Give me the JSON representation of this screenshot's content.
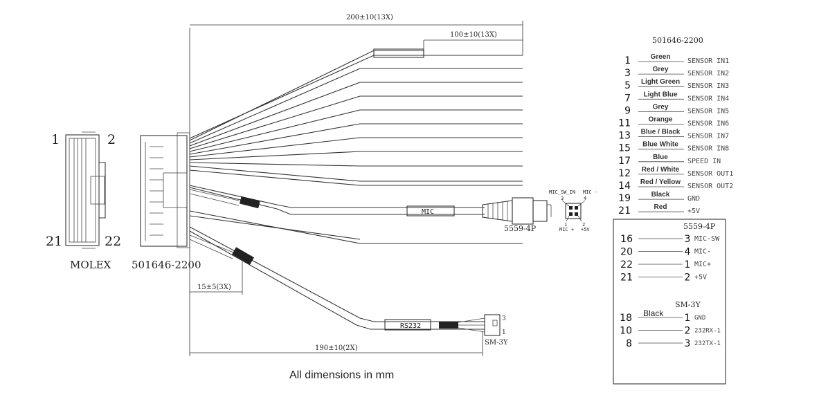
{
  "left_connector": {
    "brand": "MOLEX",
    "pin_top_left": "1",
    "pin_top_right": "2",
    "pin_bottom_left": "21",
    "pin_bottom_right": "22"
  },
  "main_connector": {
    "part": "501646-2200"
  },
  "dimensions": {
    "top_long": "200±10(13X)",
    "top_short": "100±10(13X)",
    "bottom": "190±10(2X)",
    "small": "15±5(3X)",
    "caption": "All dimensions in mm"
  },
  "mic": {
    "label": "MIC",
    "connector": "5559-4P",
    "face_mic_sw_in": "MIC_SW_IN",
    "face_mic_minus": "MIC -",
    "face_mic_plus": "MIC +",
    "face_5v": "+5V",
    "face_pin3": "3",
    "face_pin4": "4",
    "face_pin1": "1",
    "face_pin2": "2"
  },
  "rs232": {
    "label": "RS232",
    "connector": "SM-3Y",
    "pin3": "3",
    "pin1": "1"
  },
  "pinout_main": {
    "title": "501646-2200",
    "rows": [
      {
        "pin": "1",
        "color": "Green",
        "signal": "SENSOR IN1"
      },
      {
        "pin": "3",
        "color": "Grey",
        "signal": "SENSOR IN2"
      },
      {
        "pin": "5",
        "color": "Light Green",
        "signal": "SENSOR IN3"
      },
      {
        "pin": "7",
        "color": "Light Blue",
        "signal": "SENSOR IN4"
      },
      {
        "pin": "9",
        "color": "Grey",
        "signal": "SENSOR IN5"
      },
      {
        "pin": "11",
        "color": "Orange",
        "signal": "SENSOR IN6"
      },
      {
        "pin": "13",
        "color": "Blue / Black",
        "signal": "SENSOR IN7"
      },
      {
        "pin": "15",
        "color": "Blue White",
        "signal": "SENSOR IN8"
      },
      {
        "pin": "17",
        "color": "Blue",
        "signal": "SPEED IN"
      },
      {
        "pin": "12",
        "color": "Red / White",
        "signal": "SENSOR OUT1"
      },
      {
        "pin": "14",
        "color": "Red / Yellow",
        "signal": "SENSOR OUT2"
      },
      {
        "pin": "19",
        "color": "Black",
        "signal": "GND"
      },
      {
        "pin": "21",
        "color": "Red",
        "signal": "+5V"
      }
    ]
  },
  "pinout_5559": {
    "title": "5559-4P",
    "rows": [
      {
        "from": "16",
        "to": "3",
        "signal": "MIC-SW"
      },
      {
        "from": "20",
        "to": "4",
        "signal": "MIC-"
      },
      {
        "from": "22",
        "to": "1",
        "signal": "MIC+"
      },
      {
        "from": "21",
        "to": "2",
        "signal": "+5V"
      }
    ]
  },
  "pinout_sm3y": {
    "title": "SM-3Y",
    "rows": [
      {
        "from": "18",
        "to": "1",
        "color": "Black",
        "signal": "GND"
      },
      {
        "from": "10",
        "to": "2",
        "color": "",
        "signal": "232RX-1"
      },
      {
        "from": "8",
        "to": "3",
        "color": "",
        "signal": "232TX-1"
      }
    ]
  }
}
